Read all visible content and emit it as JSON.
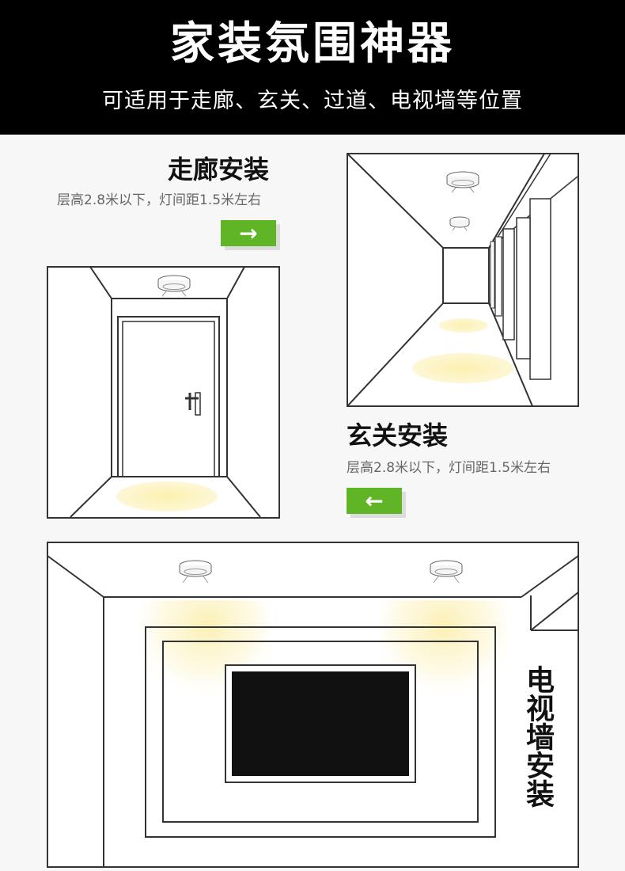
{
  "header": {
    "title": "家装氛围神器",
    "subtitle": "可适用于走廊、玄关、过道、电视墙等位置"
  },
  "sections": {
    "corridor": {
      "title": "走廊安装",
      "subtitle": "层高2.8米以下，灯间距1.5米左右",
      "arrow": "→"
    },
    "entrance": {
      "title": "玄关安装",
      "subtitle": "层高2.8米以下，灯间距1.5米左右",
      "arrow": "←"
    },
    "tv_wall": {
      "title": "电视墙安装"
    }
  },
  "colors": {
    "accent_green": "#5fb526",
    "light_glow": "#fdf5c4",
    "header_bg": "#000000",
    "tv_screen": "#111111"
  },
  "icons": {
    "right_arrow": "right-arrow-icon",
    "left_arrow": "left-arrow-icon",
    "ceiling_light": "ceiling-light-icon"
  }
}
